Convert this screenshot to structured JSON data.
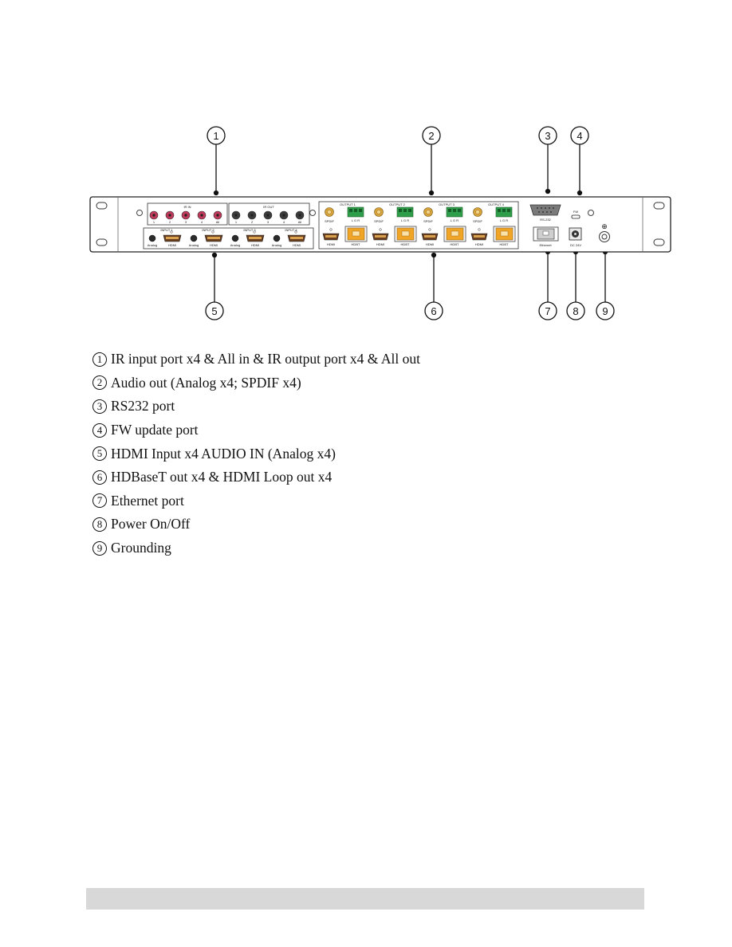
{
  "callouts": [
    "1",
    "2",
    "3",
    "4",
    "5",
    "6",
    "7",
    "8",
    "9"
  ],
  "panel": {
    "ir_in_label": "IR IN",
    "ir_out_label": "IR OUT",
    "ir_ports": [
      "1",
      "2",
      "3",
      "4",
      "All"
    ],
    "outputs": [
      "OUTPUT 1",
      "OUTPUT 2",
      "OUTPUT 3",
      "OUTPUT 4"
    ],
    "inputs": [
      "INPUT 1",
      "INPUT 2",
      "INPUT 3",
      "INPUT 4"
    ],
    "spdif": "SPDIF",
    "lgr": "L  G  R",
    "hdmi": "HDMI",
    "hdbt": "HDBT",
    "analog": "Analog",
    "rs232": "RS-232",
    "fw": "FW",
    "ethernet": "Ethernet",
    "dc": "DC 24V",
    "ground": "⊕"
  },
  "legend": [
    {
      "num": "1",
      "text": "IR input port x4 & All in & IR output port x4 & All out"
    },
    {
      "num": "2",
      "text": "Audio out (Analog x4; SPDIF x4)"
    },
    {
      "num": "3",
      "text": "RS232 port"
    },
    {
      "num": "4",
      "text": "FW update port"
    },
    {
      "num": "5",
      "text": "HDMI Input x4 AUDIO IN (Analog x4)"
    },
    {
      "num": "6",
      "text": "HDBaseT out x4 & HDMI Loop out x4"
    },
    {
      "num": "7",
      "text": "Ethernet port"
    },
    {
      "num": "8",
      "text": "Power On/Off"
    },
    {
      "num": "9",
      "text": "Grounding"
    }
  ],
  "footer": {
    "link_text": ""
  },
  "colors": {
    "ir_jack": "#c0395a",
    "gold": "#d9a53a",
    "terminal": "#2f9e4a",
    "hdbt": "#f0a526",
    "panel": "#ffffff"
  }
}
